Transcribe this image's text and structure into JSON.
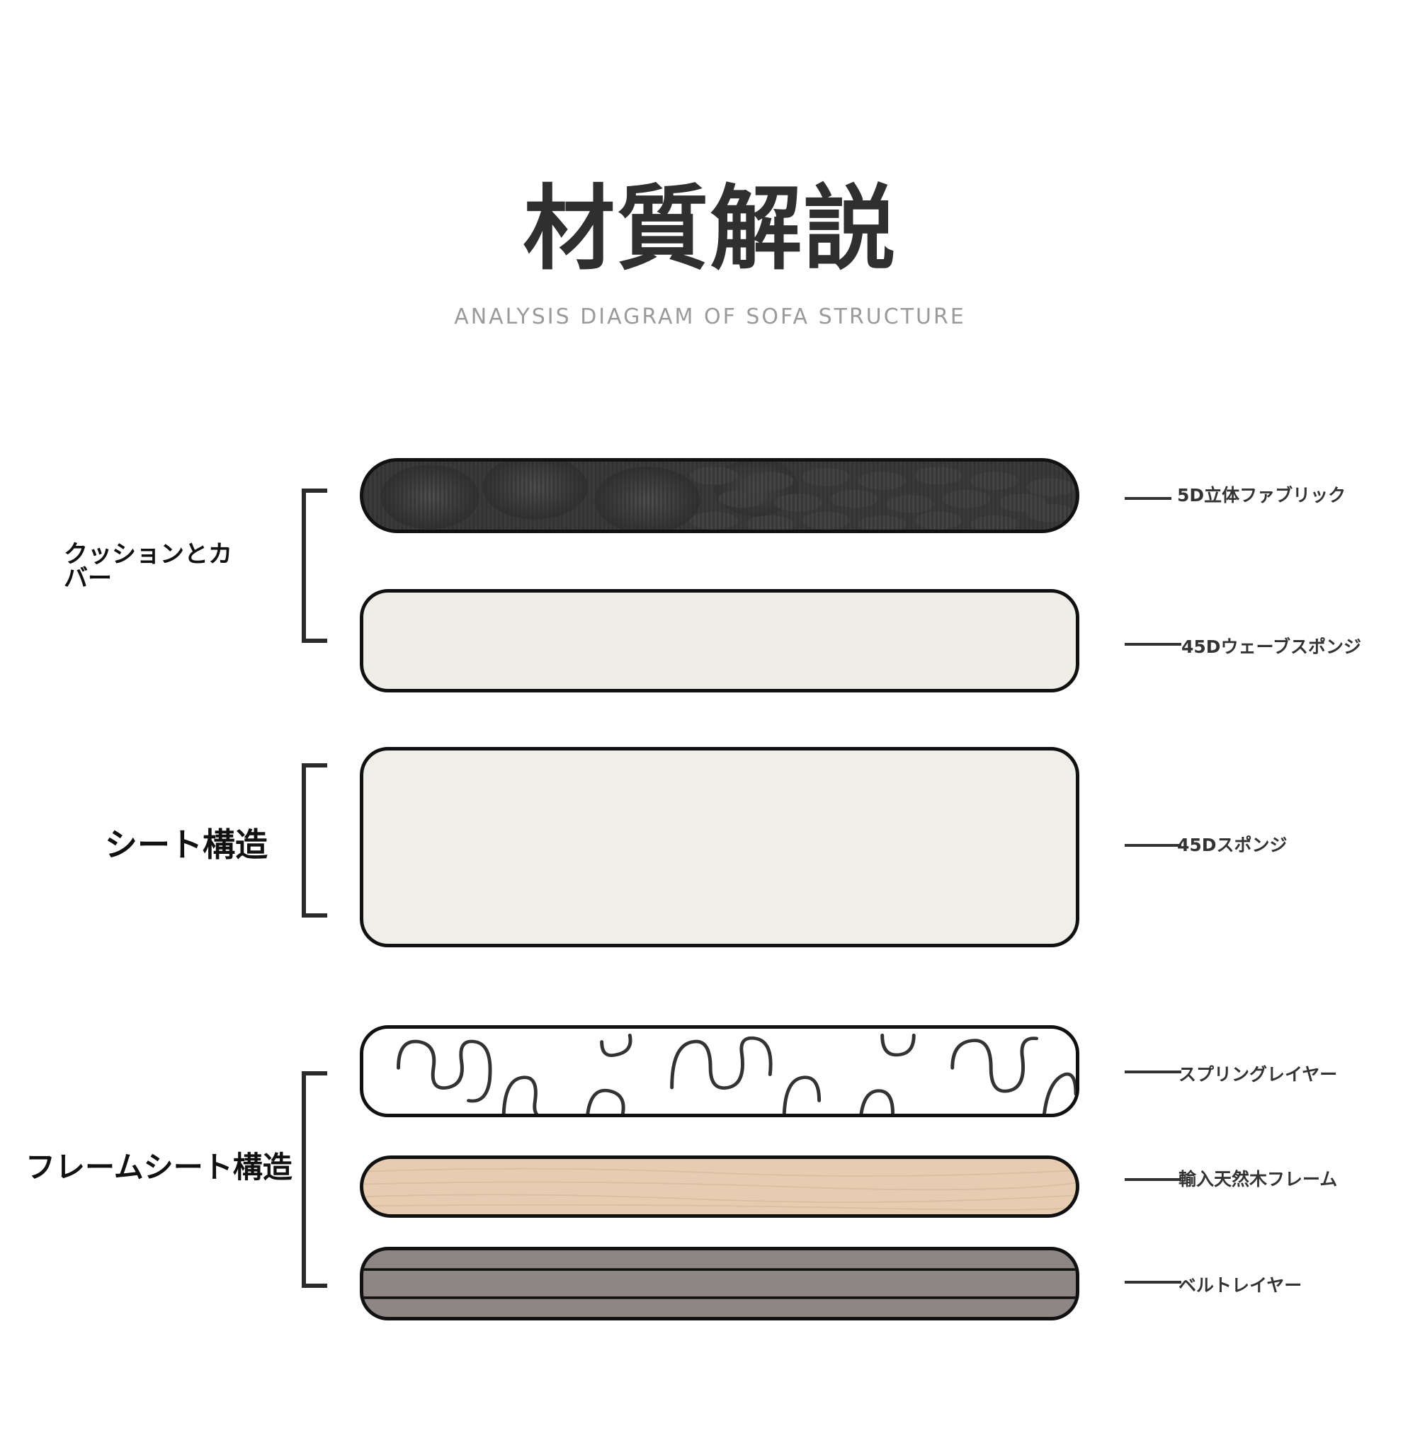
{
  "header": {
    "title": "材質解説",
    "subtitle": "ANALYSIS DIAGRAM OF SOFA STRUCTURE"
  },
  "groups": {
    "cushion_cover": "クッションとカバー",
    "seat_structure": "シート構造",
    "frame_seat_structure": "フレームシート構造"
  },
  "layers": {
    "fabric": "5D立体ファブリック",
    "wave_sponge": "45Dウェーブスポンジ",
    "sponge": "45Dスポンジ",
    "spring": "スプリングレイヤー",
    "wood_frame": "輸入天然木フレーム",
    "belt": "ベルトレイヤー"
  },
  "colors": {
    "fabric": "#3a3a3a",
    "sponge": "#eeede6",
    "spring_bg": "#ffffff",
    "wood": "#e6cdb2",
    "belt": "#8e8585",
    "outline": "#111111"
  }
}
